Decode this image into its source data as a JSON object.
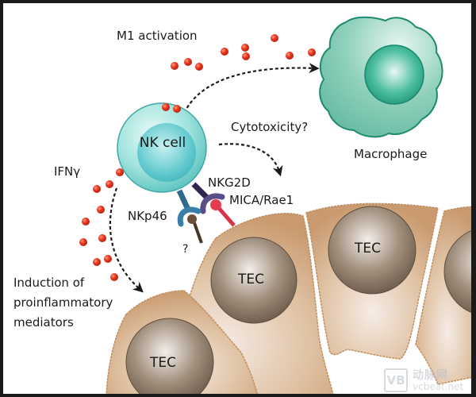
{
  "diagram": {
    "labels": {
      "m1_activation": "M1 activation",
      "cytotoxicity": "Cytotoxicity?",
      "macrophage": "Macrophage",
      "ifng": "IFNγ",
      "nkg2d": "NKG2D",
      "mica_rae1": "MICA/Rae1",
      "nkp46": "NKp46",
      "unknown_ligand": "?",
      "induction": "Induction of proinflammatory mediators",
      "nk_cell": "NK cell",
      "tec_1": "TEC",
      "tec_2": "TEC",
      "tec_3": "TEC"
    },
    "nodes": [
      {
        "id": "nk-cell",
        "label": "NK cell"
      },
      {
        "id": "macrophage",
        "label": "Macrophage"
      },
      {
        "id": "tec",
        "label": "TEC",
        "count": 4
      }
    ],
    "edges": [
      {
        "from": "nk-cell",
        "to": "macrophage",
        "label": "M1 activation",
        "style": "dashed"
      },
      {
        "from": "nk-cell",
        "to": "tec",
        "label": "Cytotoxicity?",
        "style": "dashed"
      },
      {
        "from": "nk-cell",
        "to": "tec",
        "label": "Induction of proinflammatory mediators",
        "style": "dashed"
      }
    ],
    "receptors": [
      {
        "receptor": "NKG2D",
        "ligand": "MICA/Rae1"
      },
      {
        "receptor": "NKp46",
        "ligand": "?"
      }
    ],
    "colors": {
      "nk_cell": "#6fd0cc",
      "macrophage": "#66bfa6",
      "tec_cytoplasm": "#d7b08a",
      "tec_nucleus": "#8a7866",
      "ifng_dots": "#e3321e",
      "nkg2d": "#3b2f5e",
      "mica": "#d9344a",
      "nkp46": "#2e6a8e",
      "unknown_ligand": "#4a3624"
    }
  },
  "watermark": {
    "logo": "VB",
    "chinese": "动脉网",
    "url": "vcbeat.net"
  }
}
